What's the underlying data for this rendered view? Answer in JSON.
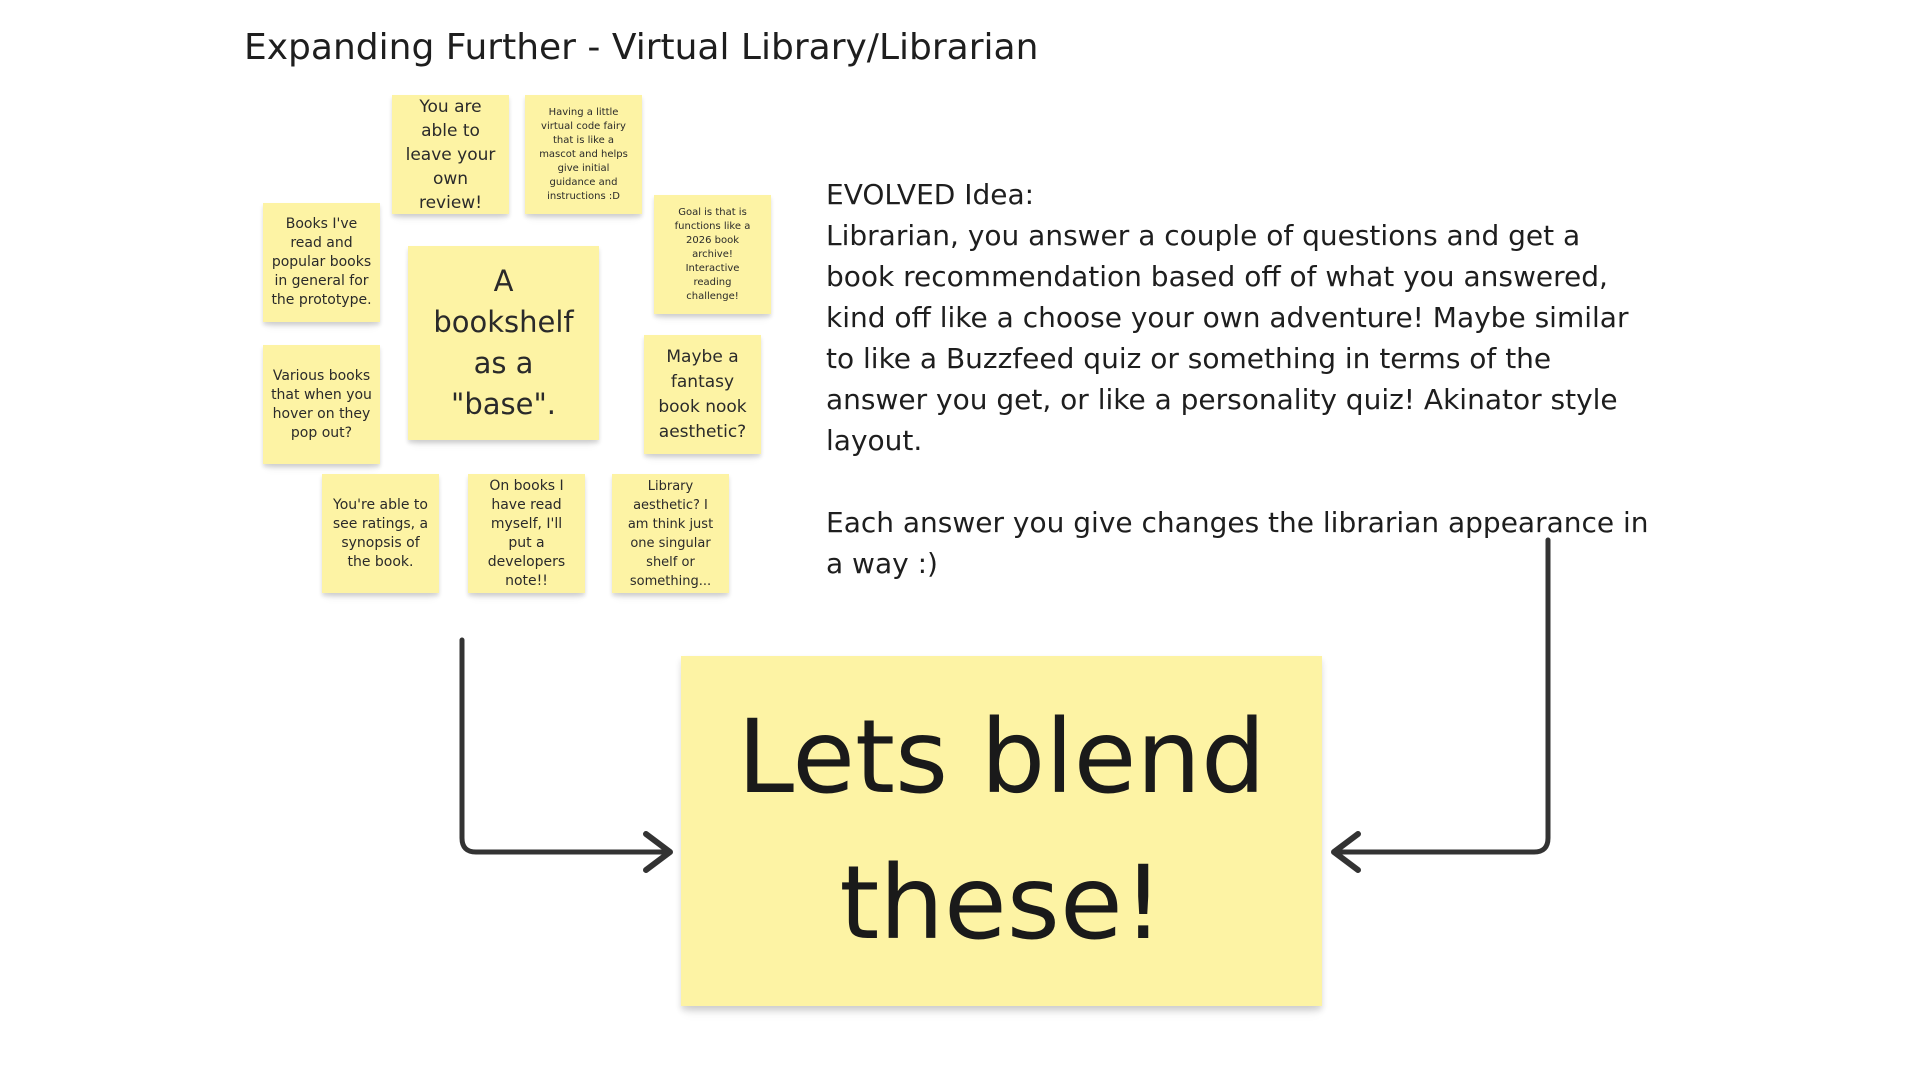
{
  "board": {
    "title": "Expanding Further - Virtual Library/Librarian"
  },
  "sticky_notes": [
    {
      "id": "leave-review",
      "text": "You are able to leave your own review!"
    },
    {
      "id": "code-fairy",
      "text": "Having a little virtual code fairy that is like a mascot and helps give initial guidance and instructions :D"
    },
    {
      "id": "books-read",
      "text": "Books I've read and popular books in general for the prototype."
    },
    {
      "id": "bookshelf-base",
      "text": "A bookshelf as a \"base\"."
    },
    {
      "id": "book-archive",
      "text": "Goal is that is functions like a 2026 book archive! Interactive reading challenge!"
    },
    {
      "id": "hover-books",
      "text": "Various books that when you hover on they pop out?"
    },
    {
      "id": "fantasy-nook",
      "text": "Maybe a fantasy book nook aesthetic?"
    },
    {
      "id": "ratings",
      "text": "You're able to see ratings, a synopsis of the book."
    },
    {
      "id": "developer-note",
      "text": "On books I have  read myself, I'll put a developers note!!"
    },
    {
      "id": "library-aesthetic",
      "text": "Library aesthetic? I am think just one singular shelf or something..."
    }
  ],
  "evolved_idea": {
    "heading": "EVOLVED Idea:",
    "body": "Librarian, you answer a couple of questions and get a book recommendation based off of what you answered, kind off like a choose your own adventure! Maybe similar to like a Buzzfeed quiz or something in terms of the answer you get, or like a personality quiz! Akinator style layout.",
    "note": "Each answer you give changes the librarian appearance in a way :)"
  },
  "conclusion_note": {
    "text": "Lets blend these!"
  },
  "colors": {
    "sticky_yellow": "#fdf3a4",
    "text": "#1e1e1e",
    "connector": "#333333",
    "background": "#ffffff"
  }
}
